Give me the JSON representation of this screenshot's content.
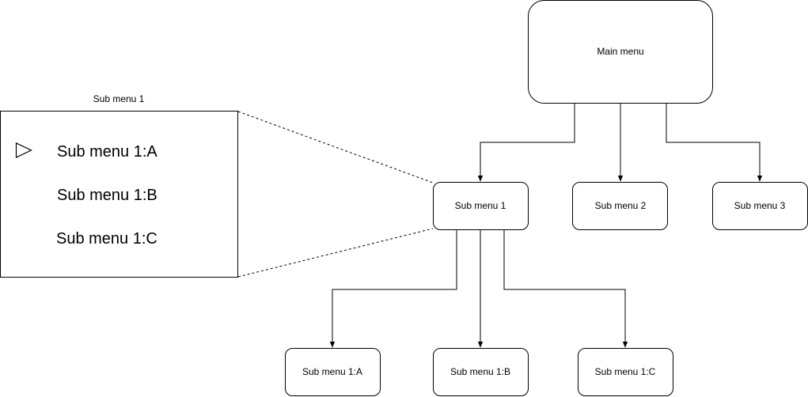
{
  "diagram": {
    "main_menu": {
      "label": "Main menu"
    },
    "sub_menus": [
      {
        "label": "Sub menu 1"
      },
      {
        "label": "Sub menu 2"
      },
      {
        "label": "Sub menu 3"
      }
    ],
    "sub_menu_1_children": [
      {
        "label": "Sub menu 1:A"
      },
      {
        "label": "Sub menu 1:B"
      },
      {
        "label": "Sub menu 1:C"
      }
    ],
    "zoom_panel": {
      "title": "Sub menu 1",
      "items": [
        {
          "label": "Sub menu 1:A",
          "selected": true
        },
        {
          "label": "Sub menu 1:B",
          "selected": false
        },
        {
          "label": "Sub menu 1:C",
          "selected": false
        }
      ]
    },
    "colors": {
      "stroke": "#000000",
      "fill": "#ffffff"
    }
  }
}
